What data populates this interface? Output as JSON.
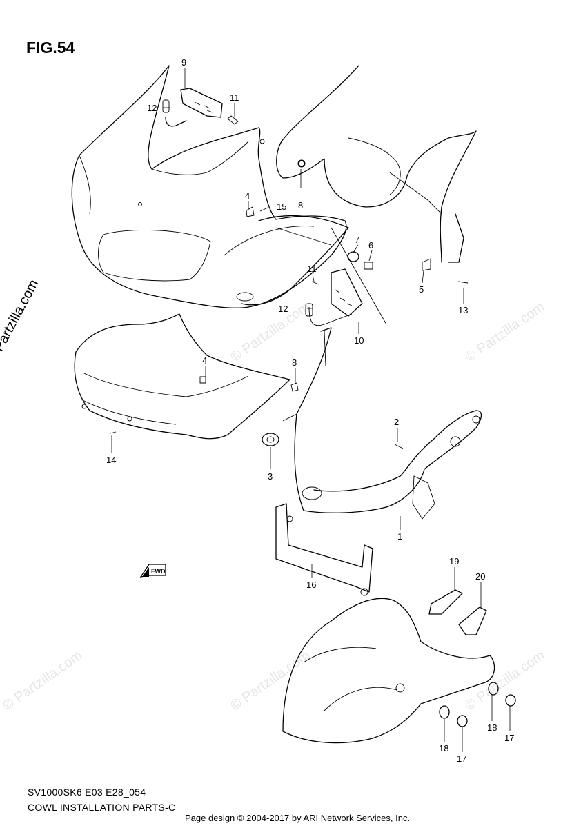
{
  "figure": {
    "title": "FIG.54"
  },
  "fwd_label": "FWD",
  "watermark": "© Partzilla.com",
  "footer": {
    "model_code": "SV1000SK6 E03 E28_054",
    "section_title": "COWL INSTALLATION PARTS-C",
    "copyright": "Page design © 2004-2017 by ARI Network Services, Inc."
  },
  "callouts": [
    {
      "id": "c9",
      "label": "9"
    },
    {
      "id": "c11a",
      "label": "11"
    },
    {
      "id": "c12a",
      "label": "12"
    },
    {
      "id": "c4a",
      "label": "4"
    },
    {
      "id": "c15",
      "label": "15"
    },
    {
      "id": "c8a",
      "label": "8"
    },
    {
      "id": "c7",
      "label": "7"
    },
    {
      "id": "c6",
      "label": "6"
    },
    {
      "id": "c5",
      "label": "5"
    },
    {
      "id": "c13",
      "label": "13"
    },
    {
      "id": "c11b",
      "label": "11"
    },
    {
      "id": "c12b",
      "label": "12"
    },
    {
      "id": "c10",
      "label": "10"
    },
    {
      "id": "c4b",
      "label": "4"
    },
    {
      "id": "c8b",
      "label": "8"
    },
    {
      "id": "c14",
      "label": "14"
    },
    {
      "id": "c2",
      "label": "2"
    },
    {
      "id": "c3",
      "label": "3"
    },
    {
      "id": "c1",
      "label": "1"
    },
    {
      "id": "c16",
      "label": "16"
    },
    {
      "id": "c19",
      "label": "19"
    },
    {
      "id": "c20",
      "label": "20"
    },
    {
      "id": "c18a",
      "label": "18"
    },
    {
      "id": "c17a",
      "label": "17"
    },
    {
      "id": "c18b",
      "label": "18"
    },
    {
      "id": "c17b",
      "label": "17"
    }
  ]
}
